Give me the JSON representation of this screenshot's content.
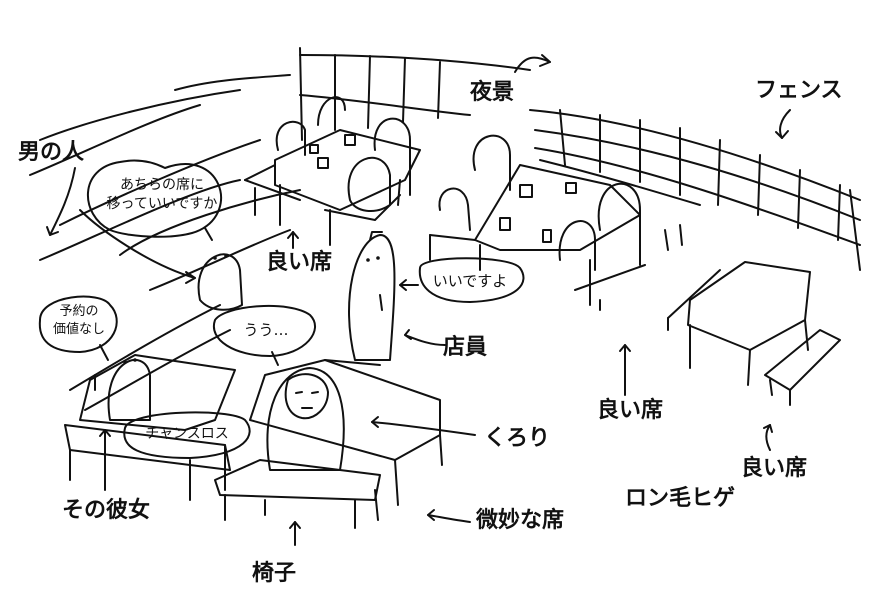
{
  "labels": {
    "man": "男の人",
    "night_view": "夜景",
    "fence": "フェンス",
    "good_seat_1": "良い席",
    "good_seat_2": "良い席",
    "good_seat_3": "良い席",
    "staff": "店員",
    "kurori": "くろり",
    "his_girlfriend": "その彼女",
    "long_hair_beard": "ロン毛ヒゲ",
    "subtle_seat": "微妙な席",
    "chair": "椅子"
  },
  "bubbles": {
    "man_line1": "あちらの席に",
    "man_line2": "移っていいですか",
    "staff_reply": "いいですよ",
    "no_reservation_line1": "予約の",
    "no_reservation_line2": "価値なし",
    "groan": "うう…",
    "chance_loss": "チャンスロス"
  }
}
